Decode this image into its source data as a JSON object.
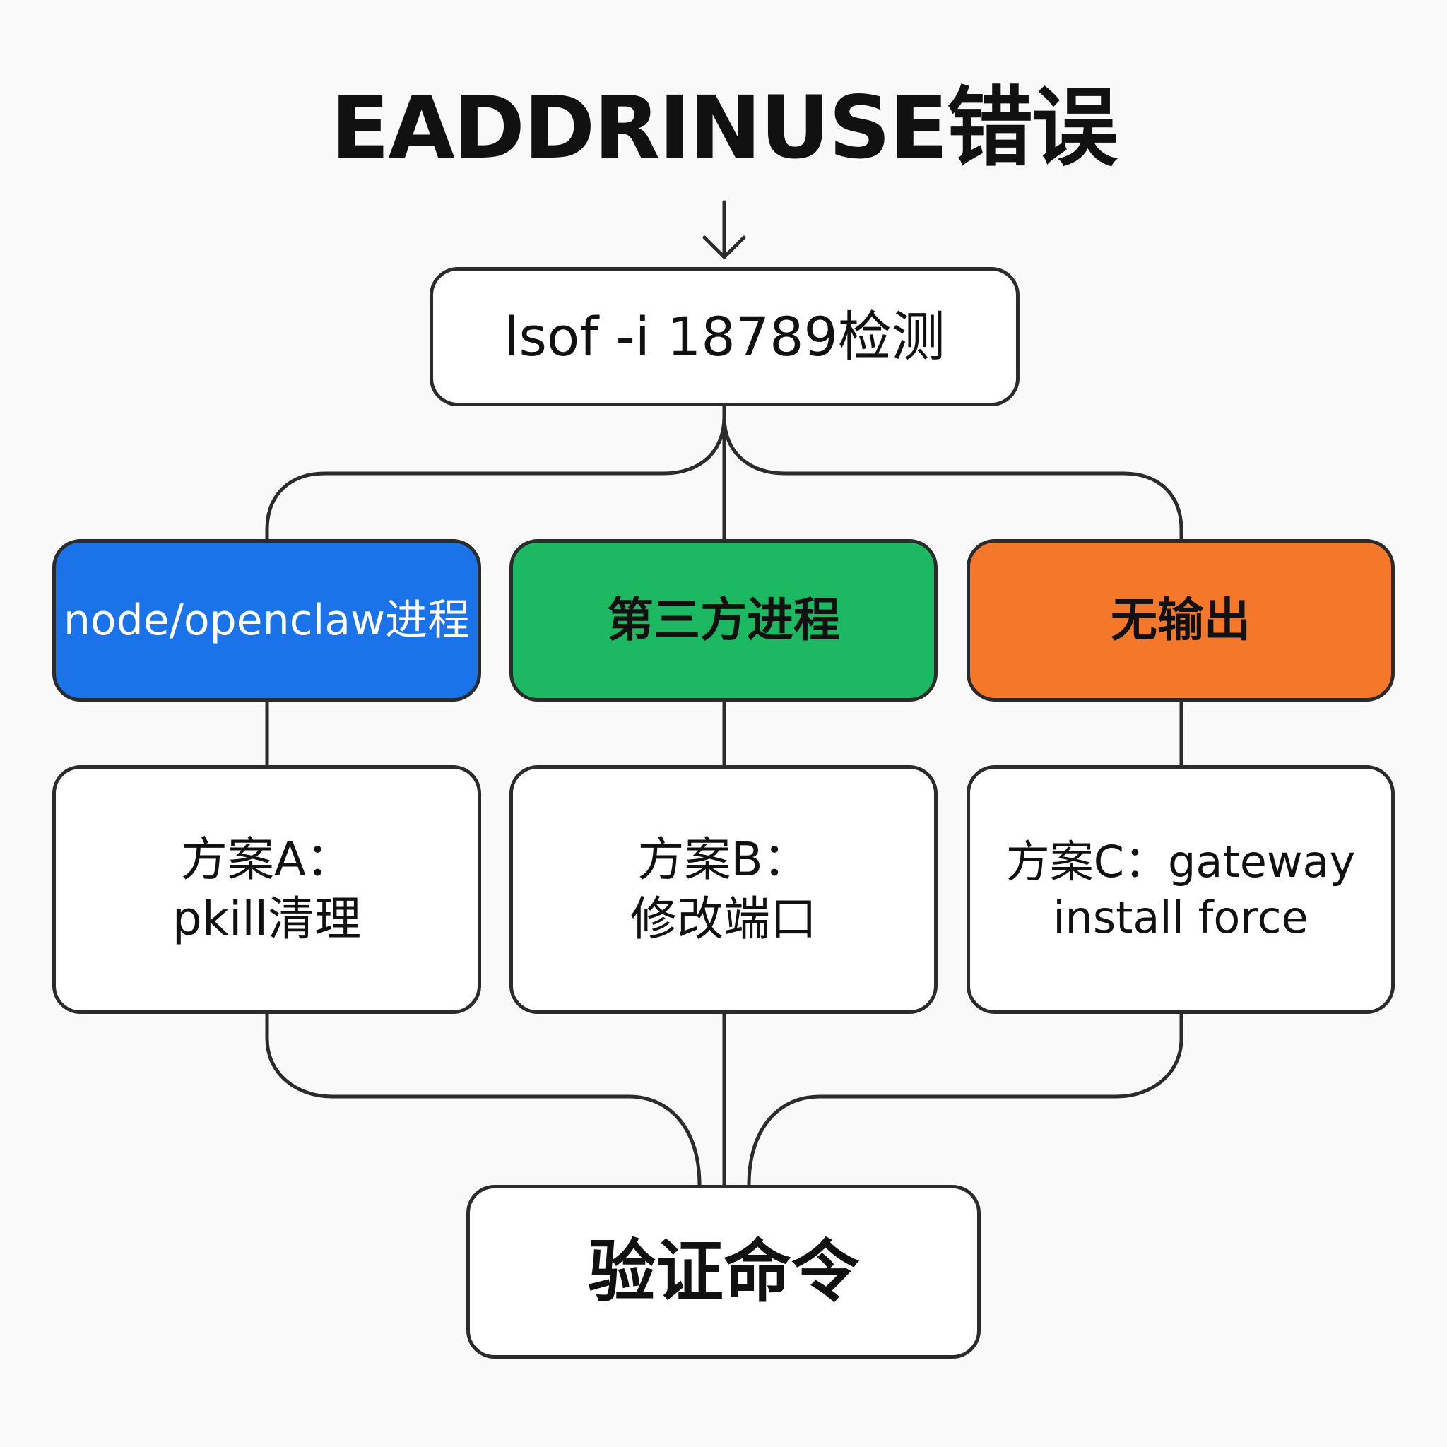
{
  "title": "EADDRINUSE错误",
  "nodes": {
    "check": {
      "label": "lsof -i 18789检测"
    },
    "node_process": {
      "label": "node/openclaw进程",
      "fill": "#1a73e8"
    },
    "third_party": {
      "label": "第三方进程",
      "fill": "#1db862"
    },
    "no_output": {
      "label": "无输出",
      "fill": "#f5782a"
    },
    "plan_a": {
      "label": "方案A：\npkill清理"
    },
    "plan_b": {
      "label": "方案B：\n修改端口"
    },
    "plan_c": {
      "label": "方案C：gateway\ninstall force"
    },
    "verify": {
      "label": "验证命令"
    }
  },
  "colors": {
    "line": "#2b2b2b",
    "background": "#f9f9f9",
    "box_fill": "#ffffff"
  }
}
